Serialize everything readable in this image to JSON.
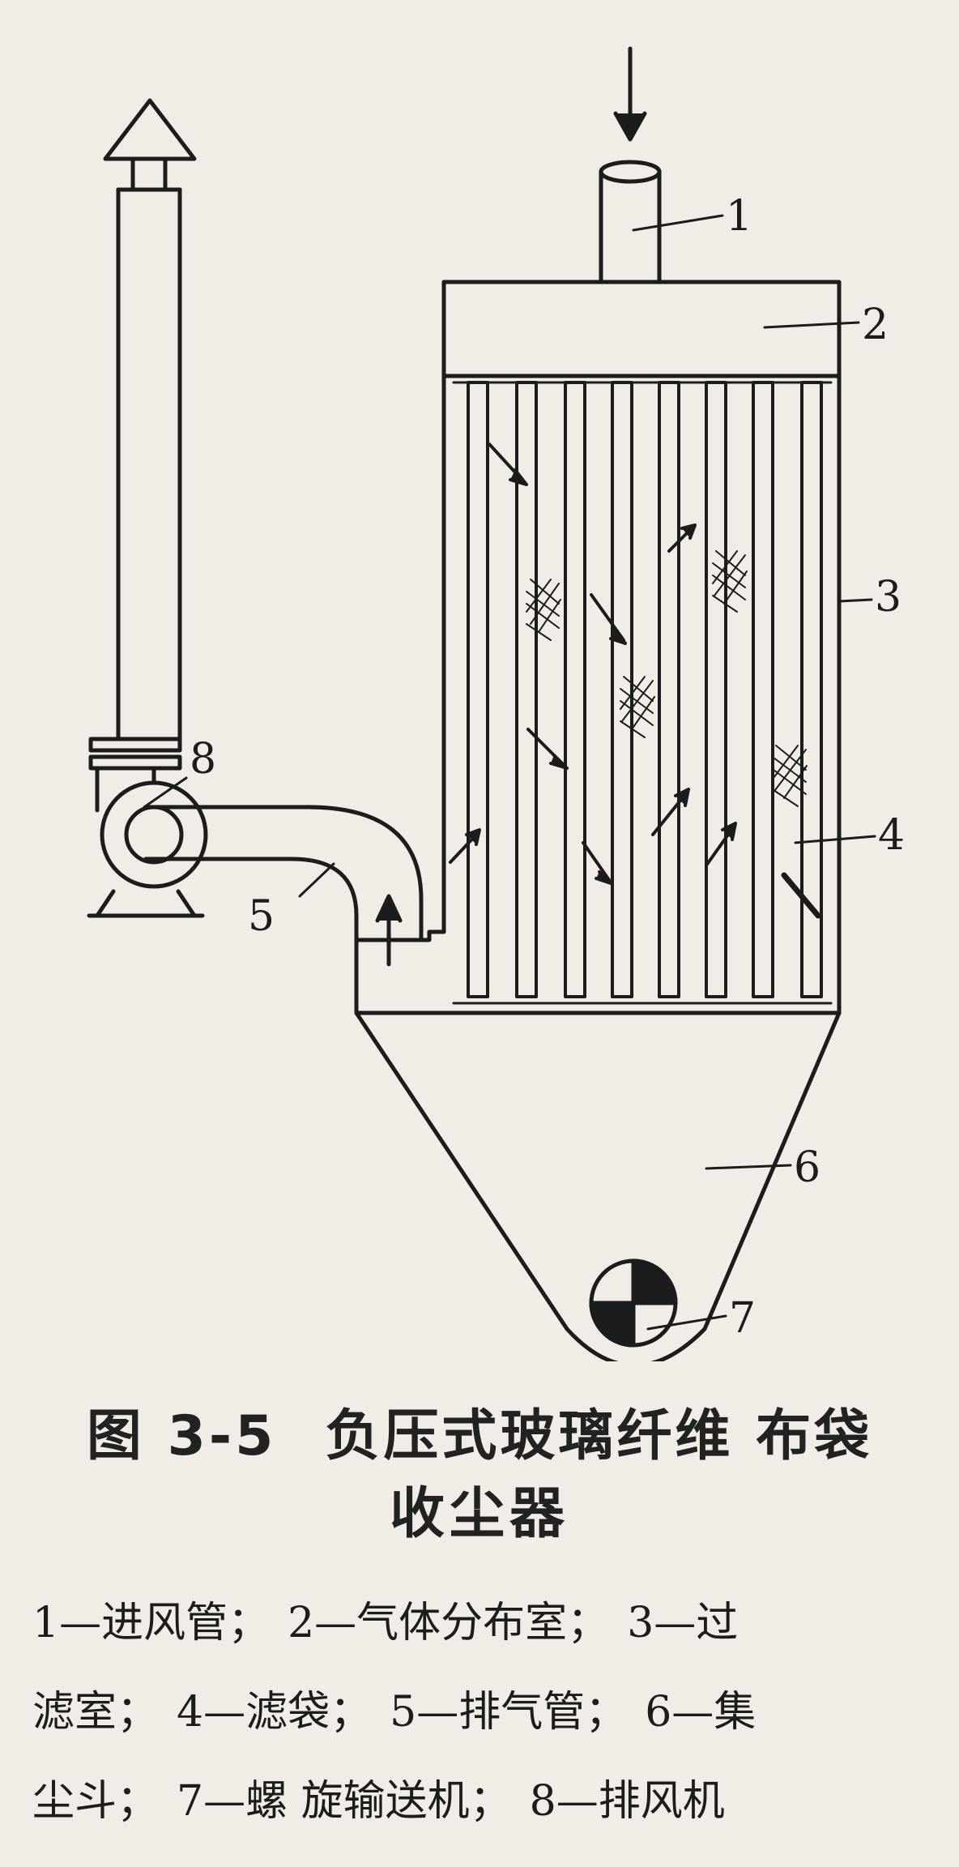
{
  "figure": {
    "number": "图 3-5",
    "title_line1": "负压式玻璃纤维 布袋",
    "title_line2": "收尘器"
  },
  "callouts": [
    "1",
    "2",
    "3",
    "4",
    "5",
    "6",
    "7",
    "8"
  ],
  "legend": {
    "line1": [
      "1—进风管；",
      "2—气体分布室；",
      "3—过"
    ],
    "line2": [
      "滤室；",
      "4—滤袋；",
      "5—排气管；",
      "6—集"
    ],
    "line3": [
      "尘斗；",
      "7—螺 旋输送机；",
      "8—排风机"
    ]
  },
  "colors": {
    "paper": "#f1ede6",
    "ink": "#1c1c1c"
  }
}
